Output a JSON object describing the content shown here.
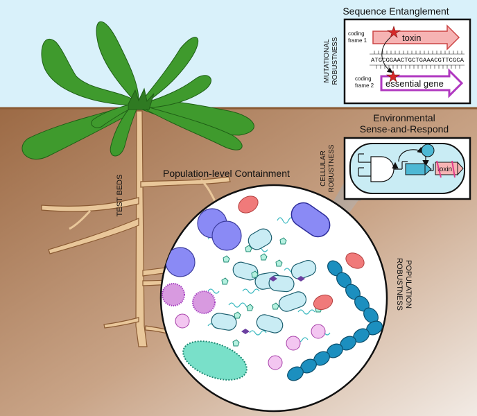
{
  "colors": {
    "sky": "#d9f1fa",
    "soil": "#b98c6c",
    "soil_line": "#8a5a33",
    "leaf": "#3f9a2d",
    "root": "#e9c79a",
    "toxin_arrow": "#f6b3b3",
    "essential_arrow": "#d66ad8",
    "cell": "#c9ecf4",
    "bacteria_pink": "#f07a7a",
    "bacteria_blue": "#1c8fbf",
    "bacteria_teal": "#79e0c9",
    "sphere_blue": "#8a8af5",
    "sphere_pink": "#f3c6f1"
  },
  "labels": {
    "test_beds": "TEST BEDS",
    "population_containment": "Population-level Containment",
    "sequence_entanglement": "Sequence Entanglement",
    "mutational_robustness": [
      "MUTATIONAL",
      "ROBUSTNESS"
    ],
    "coding_frame_1": [
      "coding",
      "frame 1"
    ],
    "coding_frame_2": [
      "coding",
      "frame 2"
    ],
    "toxin": "toxin",
    "essential_gene": "essential gene",
    "dna_sequence": "ATGCGGAACTGCTGAAACGTTCGCA",
    "environmental_sense": [
      "Environmental",
      "Sense-and-Respond"
    ],
    "cellular_robustness": [
      "CELLULAR",
      "ROBUSTNESS"
    ],
    "circuit_toxin": "toxin",
    "population_robustness": [
      "POPULATION",
      "ROBUSTNESS"
    ]
  }
}
